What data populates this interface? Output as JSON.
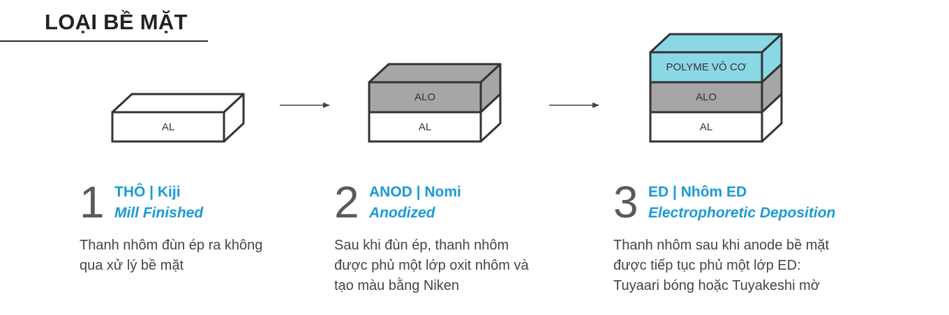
{
  "heading": "LOẠI BỀ MẶT",
  "colors": {
    "accent": "#1a9ad6",
    "oxide": "#a6a6a6",
    "polymer": "#8ad8e6",
    "aluminum": "#ffffff",
    "stroke": "#333333"
  },
  "diagram": {
    "box1": {
      "al": "AL"
    },
    "box2": {
      "alo": "ALO",
      "al": "AL"
    },
    "box3": {
      "polyme": "POLYME VÔ CƠ",
      "alo": "ALO",
      "al": "AL"
    }
  },
  "steps": [
    {
      "number": "1",
      "title": "THÔ | Kiji",
      "subtitle": "Mill Finished",
      "desc": [
        "Thanh nhôm đùn ép ra không",
        "qua xử lý bề mặt"
      ]
    },
    {
      "number": "2",
      "title": "ANOD | Nomi",
      "subtitle": "Anodized",
      "desc": [
        "Sau khi đùn ép, thanh nhôm",
        "được phủ một lớp oxit nhôm và",
        "tạo màu bằng Niken"
      ]
    },
    {
      "number": "3",
      "title": "ED | Nhôm ED",
      "subtitle": "Electrophoretic Deposition",
      "desc": [
        "Thanh nhôm sau khi anode bề mặt",
        "được tiếp tục phủ một lớp ED:",
        "Tuyaari bóng hoặc Tuyakeshi mờ"
      ]
    }
  ]
}
